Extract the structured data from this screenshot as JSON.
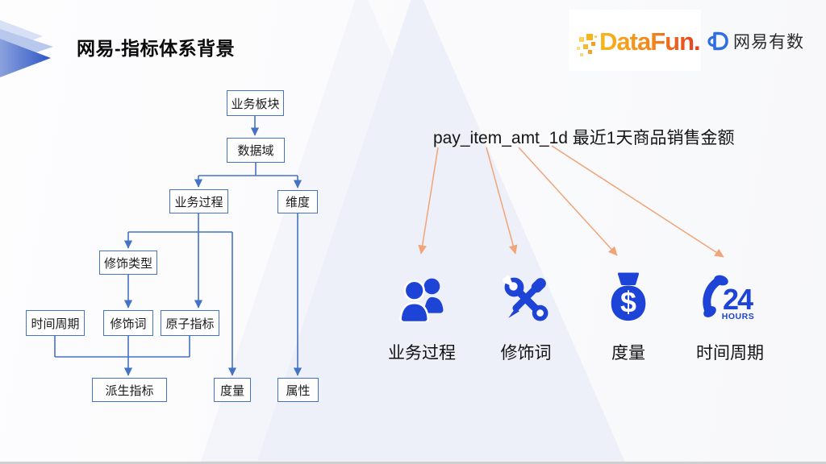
{
  "slide": {
    "title": "网易-指标体系背景"
  },
  "logos": {
    "datafun": {
      "text": "DataFun."
    },
    "youshu": {
      "text": "网易有数"
    }
  },
  "flowchart": {
    "nodes": [
      {
        "id": "business-sector",
        "label": "业务板块"
      },
      {
        "id": "data-domain",
        "label": "数据域"
      },
      {
        "id": "business-process",
        "label": "业务过程"
      },
      {
        "id": "dimension",
        "label": "维度"
      },
      {
        "id": "modifier-type",
        "label": "修饰类型"
      },
      {
        "id": "time-period",
        "label": "时间周期"
      },
      {
        "id": "modifier",
        "label": "修饰词"
      },
      {
        "id": "atomic-metric",
        "label": "原子指标"
      },
      {
        "id": "derived-metric",
        "label": "派生指标"
      },
      {
        "id": "measure",
        "label": "度量"
      },
      {
        "id": "attribute",
        "label": "属性"
      }
    ]
  },
  "example": {
    "metric_label": "pay_item_amt_1d 最近1天商品销售金额"
  },
  "concepts": [
    {
      "label": "业务过程",
      "icon": "users-icon"
    },
    {
      "label": "修饰词",
      "icon": "wrench-screwdriver-icon"
    },
    {
      "label": "度量",
      "icon": "money-bag-icon"
    },
    {
      "label": "时间周期",
      "icon": "24-hours-icon"
    }
  ],
  "icon_text": {
    "dollar": "$",
    "hours_number": "24",
    "hours_word": "HOURS"
  },
  "colors": {
    "flowchart_blue": "#4472C4",
    "icon_blue": "#1D44D6",
    "arrow_orange": "#F0A478",
    "youshu_blue": "#2F6FE0",
    "datafun_gradient_start": "#F7B81C",
    "datafun_gradient_end": "#E83A20"
  }
}
